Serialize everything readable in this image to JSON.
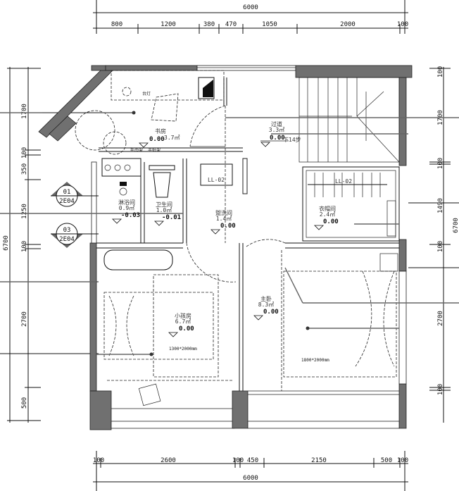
{
  "dimensions": {
    "top_total": "6000",
    "top_segments": [
      "800",
      "1200",
      "380",
      "470",
      "1050",
      "2000",
      "100"
    ],
    "bottom_segments": [
      "100",
      "2600",
      "100",
      "450",
      "2150",
      "500",
      "100"
    ],
    "bottom_total": "6000",
    "left_total": "6700",
    "left_segments": [
      "1700",
      "100",
      "350",
      "1250",
      "100",
      "2700",
      "500"
    ],
    "right_segments": [
      "100",
      "1700",
      "100",
      "1490",
      "100",
      "2700",
      "100"
    ],
    "right_total": "6700"
  },
  "section_markers": [
    {
      "number": "01",
      "sheet": "2E04"
    },
    {
      "number": "03",
      "sheet": "2E04"
    }
  ],
  "rooms": {
    "study": {
      "name": "书房",
      "area": "3.7㎡",
      "level": "0.00"
    },
    "corridor": {
      "name": "过道",
      "area": "3.3㎡",
      "level": "0.00",
      "note": "下14步"
    },
    "shower": {
      "name": "淋浴间",
      "area": "0.9㎡",
      "level": "-0.03"
    },
    "toilet": {
      "name": "卫生间",
      "area": "1.0㎡",
      "level": "-0.01"
    },
    "laundry": {
      "name": "盥洗间",
      "area": "1.4㎡",
      "level": "0.00"
    },
    "closet": {
      "name": "衣帽间",
      "area": "2.4㎡",
      "level": "0.00"
    },
    "kids_room": {
      "name": "小孩房",
      "area": "6.7㎡",
      "level": "0.00",
      "bed": "1300*2000mm"
    },
    "master": {
      "name": "主卧",
      "area": "8.3㎡",
      "level": "0.00",
      "bed": "1800*2000mm"
    }
  },
  "annotations": {
    "desk_lamp": "台灯",
    "towel_rack": "毛巾架",
    "paper_holder": "手纸架",
    "cabinet_tag_1": "LL-02",
    "cabinet_tag_2": "LL-02"
  }
}
